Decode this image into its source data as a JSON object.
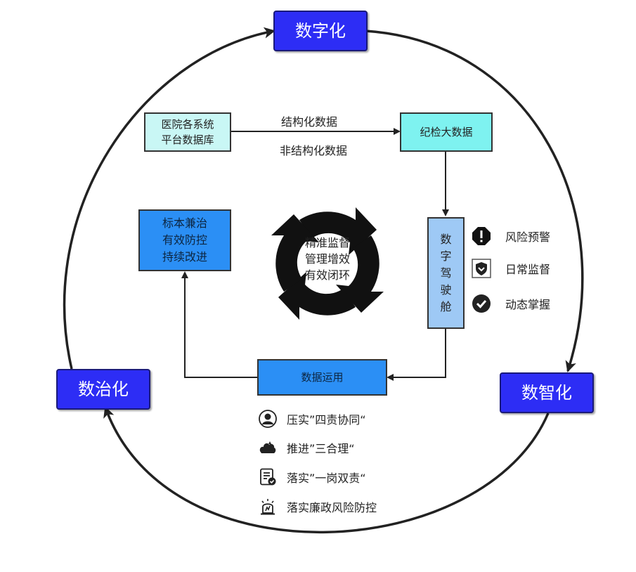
{
  "corners": {
    "top": "数字化",
    "left": "数治化",
    "right": "数智化"
  },
  "sources": {
    "hospital_line1": "医院各系统",
    "hospital_line2": "平台数据库",
    "structured": "结构化数据",
    "unstructured": "非结构化数据",
    "big_data": "纪检大数据"
  },
  "cockpit": {
    "chars": [
      "数",
      "字",
      "驾",
      "驶",
      "舱"
    ]
  },
  "features": [
    {
      "icon": "warning-icon",
      "label": "风险预警"
    },
    {
      "icon": "shield-icon",
      "label": "日常监督"
    },
    {
      "icon": "check-icon",
      "label": "动态掌握"
    }
  ],
  "governance": {
    "line1": "标本兼治",
    "line2": "有效防控",
    "line3": "持续改进"
  },
  "center": {
    "line1": "精准监督",
    "line2": "管理增效",
    "line3": "有效闭环"
  },
  "data_use": "数据运用",
  "actions": [
    {
      "icon": "person-icon",
      "label": "压实”四责协同“"
    },
    {
      "icon": "cloud-icon",
      "label": "推进”三合理“"
    },
    {
      "icon": "document-check-icon",
      "label": "落实”一岗双责“"
    },
    {
      "icon": "alarm-icon",
      "label": "落实廉政风险防控"
    }
  ],
  "colors": {
    "corner_fill": "#2d2df5",
    "cyan_light": "#c9f7f5",
    "cyan": "#7ef2f0",
    "blue": "#2b8ff5",
    "light_blue": "#9ec9f5"
  }
}
